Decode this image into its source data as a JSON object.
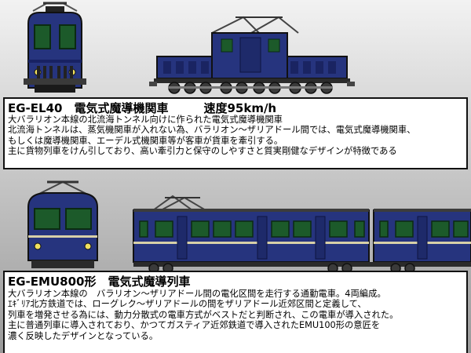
{
  "panel1": {
    "title": "EG-EL40　電気式魔導機関車　　　速度95km/h",
    "lines": [
      "大バラリオン本線の北流海トンネル向けに作られた電気式魔導機関車",
      "北流海トンネルは、蒸気機関車が入れない為、バラリオン～ザリアドール間では、電気式魔導機関車、",
      "もしくは魔導機関車、エーデル式機関車等が客車が貨車を牽引する。",
      "主に貨物列車をけん引しており、高い牽引力と保守のしやすさと質実剛健なデザインが特徴である"
    ]
  },
  "panel2": {
    "title": "EG-EMU800形　電気式魔導列車",
    "lines": [
      "大バラリオン本線の　バラリオン～ザリアドール間の電化区間を走行する通勤電車。4両編成。",
      "ｴｷﾞﾘｱ北方鉄道では、ローグレク～ザリアドールの間をザリアドール近郊区間と定義して、",
      "列車を増発させる為には、動力分散式の電車方式がベストだと判断され、この電車が導入された。",
      "主に普通列車に導入されており、かつてガスティア近郊鉄道で導入されたEMU100形の意匠を",
      "濃く反映したデザインとなっている。"
    ]
  },
  "colors": {
    "body_blue": "#26347e",
    "dark_blue": "#141c4c",
    "window_green": "#1c5a2a",
    "stripe": "#d8d0a8"
  }
}
